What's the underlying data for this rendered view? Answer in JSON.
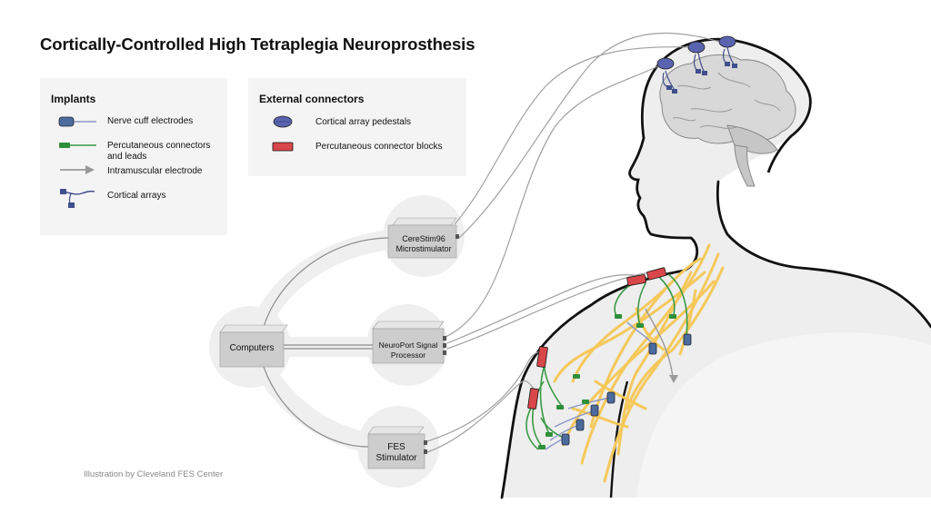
{
  "title": "Cortically-Controlled High Tetraplegia Neuroprosthesis",
  "legend_implants": {
    "heading": "Implants",
    "items": [
      {
        "label": "Nerve cuff electrodes",
        "icon": "nerve-cuff-icon",
        "color": "#4b6c9c"
      },
      {
        "label_line1": "Percutaneous connectors",
        "label_line2": "and leads",
        "icon": "percutaneous-connector-icon",
        "color": "#2f8f3a"
      },
      {
        "label": "Intramuscular electrode",
        "icon": "arrow-icon",
        "color": "#999999"
      },
      {
        "label": "Cortical arrays",
        "icon": "cortical-array-icon",
        "color": "#3f4e8c"
      }
    ]
  },
  "legend_external": {
    "heading": "External connectors",
    "items": [
      {
        "label": "Cortical array pedestals",
        "icon": "pedestal-icon",
        "color": "#5a63b0"
      },
      {
        "label": "Percutaneous connector blocks",
        "icon": "connector-block-icon",
        "color": "#d9474a"
      }
    ]
  },
  "devices": {
    "cerestim_line1": "CereStim96",
    "cerestim_line2": "Microstimulator",
    "computers": "Computers",
    "neuroport_line1": "NeuroPort Signal",
    "neuroport_line2": "Processor",
    "fes_line1": "FES",
    "fes_line2": "Stimulator"
  },
  "credit": "Illustration by Cleveland FES Center",
  "colors": {
    "nerve": "#f5c85a",
    "body_fill": "#eeeeee",
    "outline": "#111111",
    "cable": "#9a9a9a",
    "lead": "#3a9a45",
    "cuff": "#4b6c9c",
    "pedestal": "#5a63b0",
    "block": "#d9474a",
    "device": "#cdcdcd",
    "halo": "#efefef"
  }
}
